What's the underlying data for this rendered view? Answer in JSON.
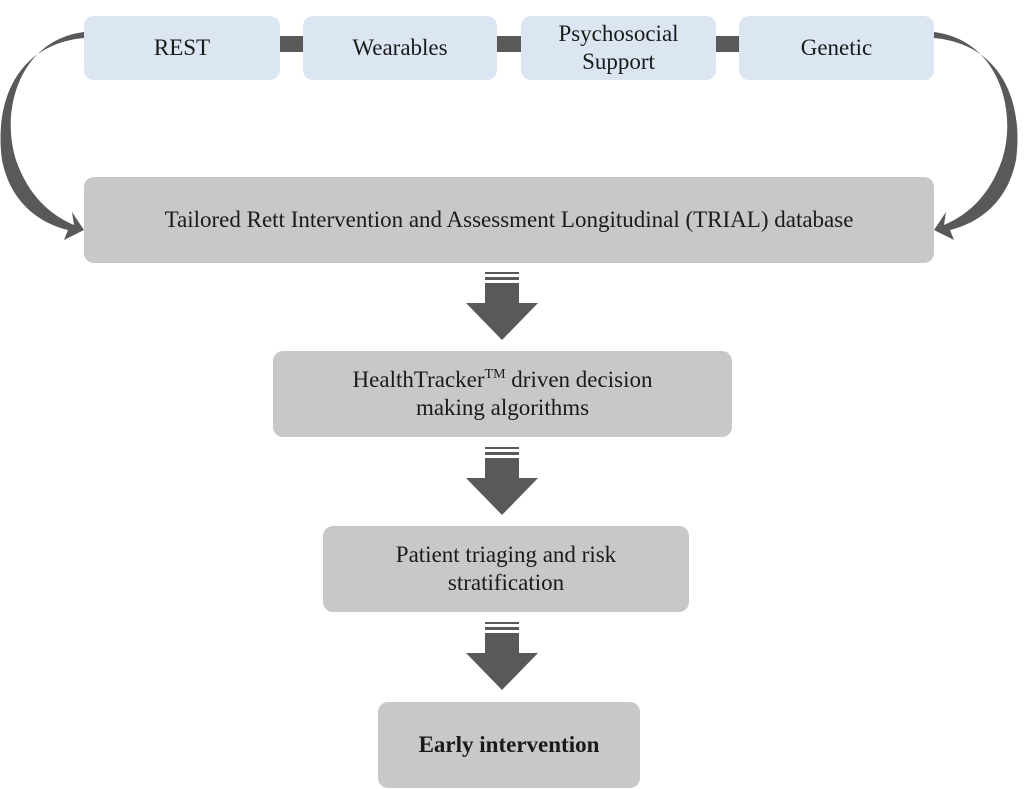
{
  "sources": [
    {
      "label": "REST"
    },
    {
      "label": "Wearables"
    },
    {
      "label": "Psychosocial\nSupport"
    },
    {
      "label": "Genetic"
    }
  ],
  "database": {
    "label": "Tailored Rett Intervention and Assessment Longitudinal (TRIAL) database"
  },
  "healthtracker": {
    "line1_prefix": "HealthTracker",
    "trademark": "TM",
    "line1_suffix": " driven decision",
    "line2": "making algorithms"
  },
  "triage": {
    "line1": "Patient triaging and risk",
    "line2": "stratification"
  },
  "outcome": {
    "label": "Early intervention"
  },
  "colors": {
    "source_fill": "#dbe6f2",
    "process_fill": "#c8c8c8",
    "arrow": "#595959"
  }
}
